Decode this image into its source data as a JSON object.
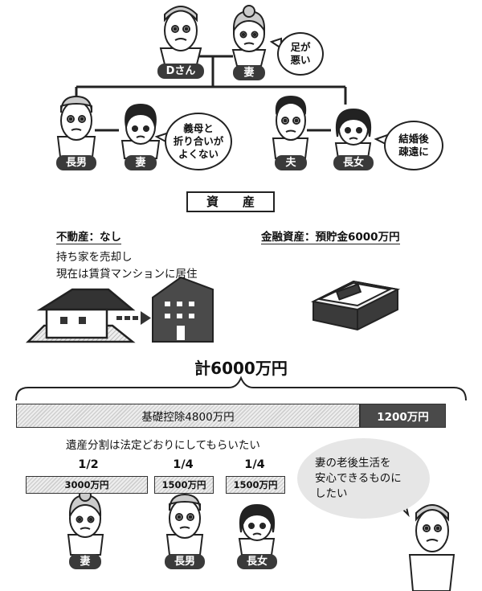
{
  "family": {
    "d_san": "Dさん",
    "wife_top": "妻",
    "eldest_son": "長男",
    "son_wife": "妻",
    "husband": "夫",
    "eldest_daughter": "長女"
  },
  "bubbles": {
    "wife_top": [
      "足が",
      "悪い"
    ],
    "son_wife": [
      "義母と",
      "折り合いが",
      "よくない"
    ],
    "daughter": [
      "結婚後",
      "疎遠に"
    ]
  },
  "assets": {
    "title": "資　　産",
    "real_estate": "不動産：なし",
    "financial": "金融資産：預貯金6000万円",
    "note_line1": "持ち家を売却し",
    "note_line2": "現在は賃貸マンションに居住"
  },
  "total": "計6000万円",
  "deduction_bar": {
    "basic_deduction": "基礎控除4800万円",
    "excess": "1200万円",
    "deduction_value": 4800,
    "excess_value": 1200,
    "total_value": 6000
  },
  "division": {
    "caption": "遺産分割は法定どおりにしてもらいたい",
    "shares": [
      {
        "fraction": "1/2",
        "amount": "3000万円",
        "heir": "妻"
      },
      {
        "fraction": "1/4",
        "amount": "1500万円",
        "heir": "長男"
      },
      {
        "fraction": "1/4",
        "amount": "1500万円",
        "heir": "長女"
      }
    ]
  },
  "wish_bubble": [
    "妻の老後生活を",
    "安心できるものに",
    "したい"
  ]
}
